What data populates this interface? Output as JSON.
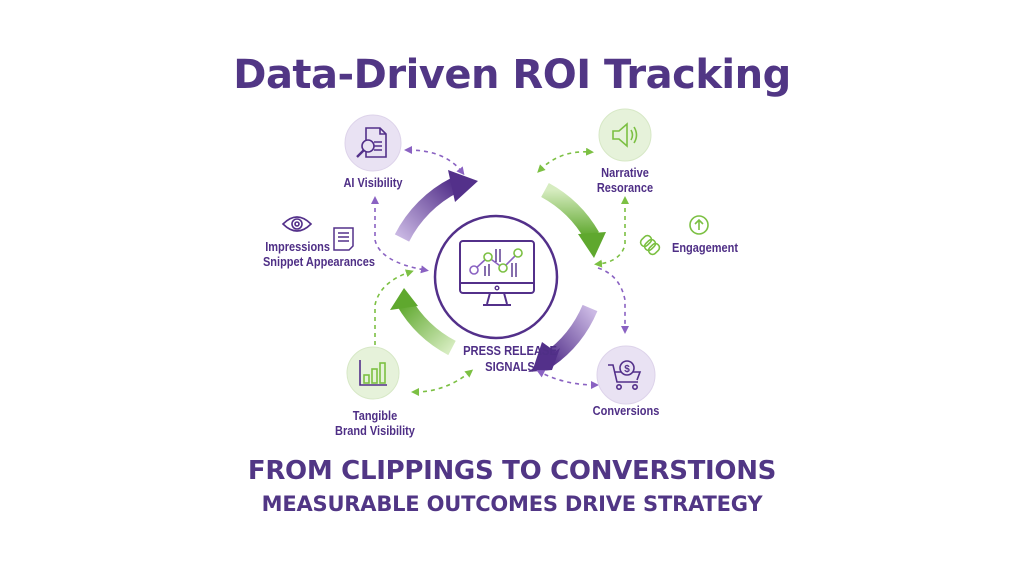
{
  "title": "Data-Driven ROI Tracking",
  "center": {
    "label_line1": "PRESS RELEASE",
    "label_line2": "SIGNALS",
    "icon": "monitor-chart-icon"
  },
  "nodes": {
    "ai_visibility": {
      "label": "AI Visibility",
      "icon": "document-search-icon"
    },
    "narrative": {
      "label_line1": "Narrative",
      "label_line2": "Resorance",
      "icon": "speaker-icon"
    },
    "engagement": {
      "label": "Engagement",
      "icons": [
        "link-icon",
        "arrow-up-circle-icon"
      ]
    },
    "impressions": {
      "label_line1": "Impressions",
      "label_line2": "Snippet Appearances",
      "icons": [
        "eye-icon",
        "document-icon"
      ]
    },
    "tangible": {
      "label_line1": "Tangible",
      "label_line2": "Brand Visibility",
      "icon": "bar-chart-icon"
    },
    "conversions": {
      "label": "Conversions",
      "icon": "cart-dollar-icon"
    }
  },
  "footer": {
    "line1": "FROM CLIPPINGS TO CONVERSTIONS",
    "line2": "MEASURABLE OUTCOMES DRIVE STRATEGY"
  },
  "colors": {
    "purple": "#513685",
    "purple_light": "#b9a4d9",
    "green": "#6bb536",
    "green_light": "#c4e3a6",
    "purple_circle_bg": "#e9e2f3",
    "green_circle_bg": "#e6f2da"
  }
}
